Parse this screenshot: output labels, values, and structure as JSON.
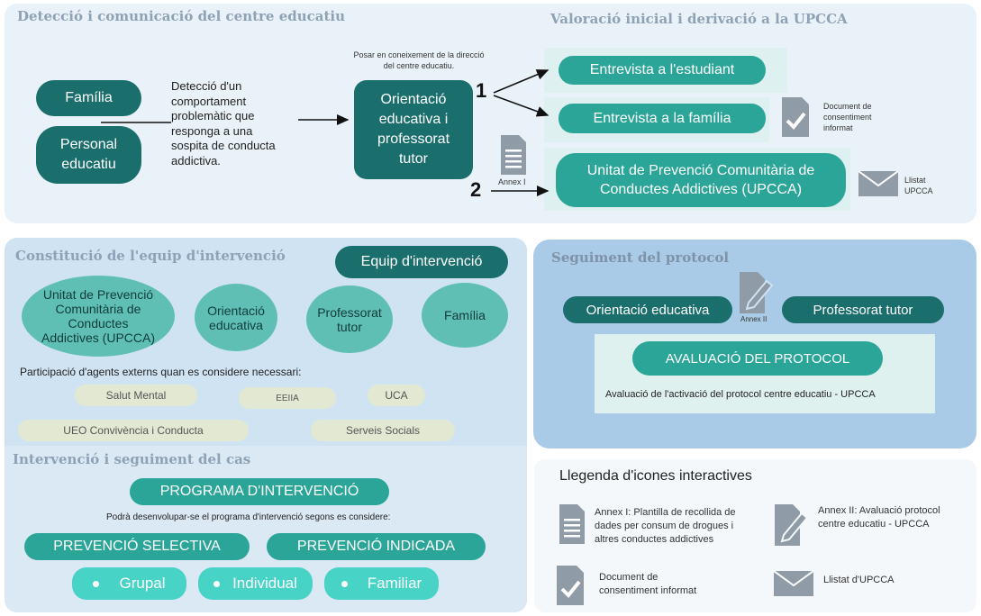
{
  "section1": {
    "title": "Detecció i comunicació del centre educatiu",
    "familia": "Família",
    "personal": "Personal educatiu",
    "deteccio_text": "Detecció d'un comportament problemàtic que responga a una sospita de conducta addictiva.",
    "posar_text": "Posar en coneixement de la direcció del centre educatiu.",
    "orientacio": "Orientació educativa i professorat tutor"
  },
  "section2": {
    "title": "Valoració inicial i derivació a la UPCCA",
    "step1": "1",
    "step2": "2",
    "annex1_label": "Annex I",
    "entrevista_estudiant": "Entrevista a l'estudiant",
    "entrevista_familia": "Entrevista a la família",
    "document_label": "Document de consentiment informat",
    "upcca_box": "Unitat de Prevenció Comunitària de Conductes Addictives (UPCCA)",
    "llistat_label": "Llistat UPCCA"
  },
  "section3": {
    "title": "Constitució de l'equip d'intervenció",
    "equip": "Equip d'intervenció",
    "upcca": "Unitat de Prevenció Comunitària de Conductes Addictives (UPCCA)",
    "orientacio": "Orientació educativa",
    "professorat": "Professorat tutor",
    "familia": "Família",
    "participacio": "Participació d'agents externs quan es considere necessari:",
    "agents": {
      "salut_mental": "Salut Mental",
      "eeiia": "EEIIA",
      "uca": "UCA",
      "ueo": "UEO Convivència i Conducta",
      "serveis": "Serveis Socials"
    }
  },
  "section4": {
    "title": "Intervenció i seguiment del cas",
    "programa": "PROGRAMA D'INTERVENCIÓ",
    "podra": "Podrà desenvolupar-se el programa d'intervenció segons es considere:",
    "selectiva": "PREVENCIÓ SELECTIVA",
    "indicada": "PREVENCIÓ INDICADA",
    "grupal": "Grupal",
    "individual": "Individual",
    "familiar": "Familiar"
  },
  "section5": {
    "title": "Seguiment del protocol",
    "orientacio": "Orientació educativa",
    "annex2_label": "Annex II",
    "professorat": "Professorat tutor",
    "avaluacio": "AVALUACIÓ DEL PROTOCOL",
    "avaluacio_text": "Avaluació de l'activació del protocol centre educatiu - UPCCA"
  },
  "legend": {
    "title": "Llegenda d'icones interactives",
    "annex1": "Annex I: Plantilla de recollida de dades per consum de drogues i altres conductes addictives",
    "annex2": "Annex II: Avaluació protocol centre educatiu - UPCCA",
    "document": "Document de consentiment informat",
    "llistat": "Llistat d'UPCCA"
  },
  "colors": {
    "dark_teal": "#1a6e6c",
    "teal": "#2aa597",
    "light_teal": "#5fbfb5",
    "aqua": "#48d3c7",
    "beige": "#e3e8d3",
    "icon_grey": "#8f9ba6"
  },
  "icons": [
    "document-icon",
    "checkmark-document-icon",
    "pencil-document-icon",
    "envelope-icon"
  ]
}
